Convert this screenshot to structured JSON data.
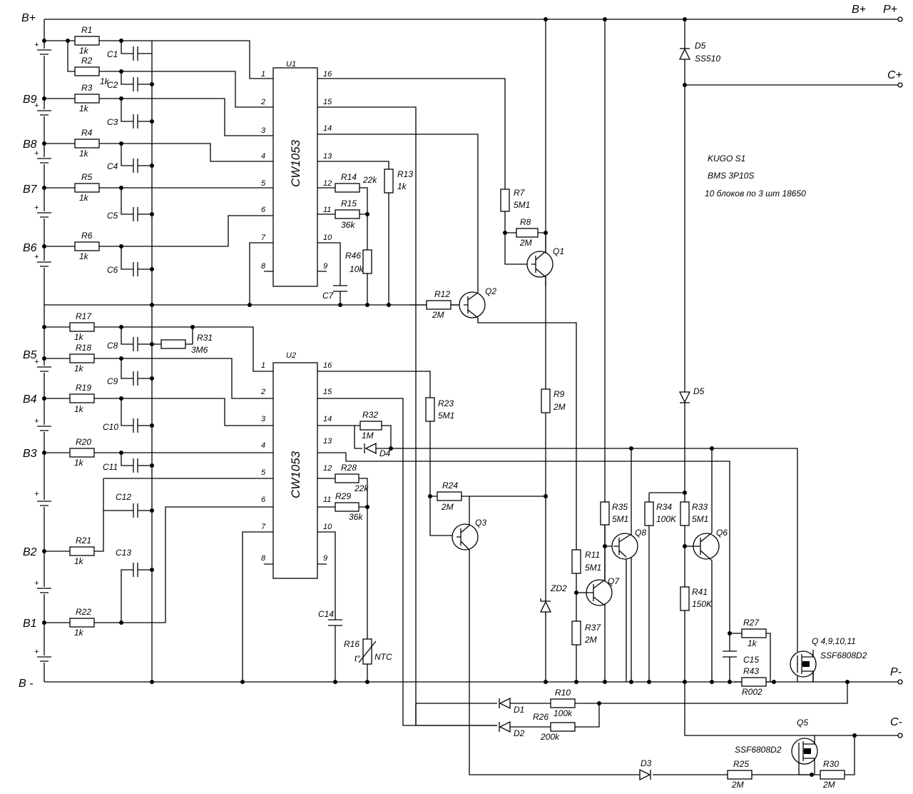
{
  "terminals": {
    "b_plus_left": "B+",
    "b_minus_left": "B -",
    "b_plus_right": "B+",
    "p_plus": "P+",
    "c_plus": "C+",
    "p_minus": "P-",
    "c_minus": "C-",
    "cells": [
      "B9",
      "B8",
      "B7",
      "B6",
      "B5",
      "B4",
      "B3",
      "B2",
      "B1"
    ],
    "plus_sign": "+"
  },
  "notes": {
    "line1": "KUGO S1",
    "line2": "BMS 3P10S",
    "line3": "10 блоков по 3 шт 18650"
  },
  "ics": [
    {
      "ref": "U1",
      "part": "CW1053",
      "pins_left": [
        "1",
        "2",
        "3",
        "4",
        "5",
        "6",
        "7",
        "8"
      ],
      "pins_right": [
        "16",
        "15",
        "14",
        "13",
        "12",
        "11",
        "10",
        "9"
      ]
    },
    {
      "ref": "U2",
      "part": "CW1053",
      "pins_left": [
        "1",
        "2",
        "3",
        "4",
        "5",
        "6",
        "7",
        "8"
      ],
      "pins_right": [
        "16",
        "15",
        "14",
        "13",
        "12",
        "11",
        "10",
        "9"
      ]
    }
  ],
  "resistors": [
    {
      "ref": "R1",
      "value": "1k"
    },
    {
      "ref": "R2",
      "value": "1k"
    },
    {
      "ref": "R3",
      "value": "1k"
    },
    {
      "ref": "R4",
      "value": "1k"
    },
    {
      "ref": "R5",
      "value": "1k"
    },
    {
      "ref": "R6",
      "value": "1k"
    },
    {
      "ref": "R7",
      "value": "5M1"
    },
    {
      "ref": "R8",
      "value": "2M"
    },
    {
      "ref": "R9",
      "value": "2M"
    },
    {
      "ref": "R10",
      "value": "100k"
    },
    {
      "ref": "R11",
      "value": "5M1"
    },
    {
      "ref": "R12",
      "value": "2M"
    },
    {
      "ref": "R13",
      "value": "1k"
    },
    {
      "ref": "R14",
      "value": "22k"
    },
    {
      "ref": "R15",
      "value": "36k"
    },
    {
      "ref": "R16",
      "value": "NTC"
    },
    {
      "ref": "R17",
      "value": "1k"
    },
    {
      "ref": "R18",
      "value": "1k"
    },
    {
      "ref": "R19",
      "value": "1k"
    },
    {
      "ref": "R20",
      "value": "1k"
    },
    {
      "ref": "R21",
      "value": "1k"
    },
    {
      "ref": "R22",
      "value": "1k"
    },
    {
      "ref": "R23",
      "value": "5M1"
    },
    {
      "ref": "R24",
      "value": "2M"
    },
    {
      "ref": "R25",
      "value": "2M"
    },
    {
      "ref": "R26",
      "value": "200k"
    },
    {
      "ref": "R27",
      "value": "1k"
    },
    {
      "ref": "R28",
      "value": "22k"
    },
    {
      "ref": "R29",
      "value": "36k"
    },
    {
      "ref": "R30",
      "value": "2M"
    },
    {
      "ref": "R31",
      "value": "3M6"
    },
    {
      "ref": "R32",
      "value": "1M"
    },
    {
      "ref": "R33",
      "value": "5M1"
    },
    {
      "ref": "R34",
      "value": "100K"
    },
    {
      "ref": "R35",
      "value": "5M1"
    },
    {
      "ref": "R37",
      "value": "2M"
    },
    {
      "ref": "R41",
      "value": "150K"
    },
    {
      "ref": "R43",
      "value": "R002"
    },
    {
      "ref": "R46",
      "value": "10k"
    }
  ],
  "capacitors": [
    "C1",
    "C2",
    "C3",
    "C4",
    "C5",
    "C6",
    "C7",
    "C8",
    "C9",
    "C10",
    "C11",
    "C12",
    "C13",
    "C14",
    "C15"
  ],
  "diodes": [
    {
      "ref": "D1"
    },
    {
      "ref": "D2"
    },
    {
      "ref": "D3"
    },
    {
      "ref": "D4"
    },
    {
      "ref": "D5",
      "value": "SS510"
    },
    {
      "ref": "D5b",
      "label": "D5"
    },
    {
      "ref": "ZD2"
    }
  ],
  "transistors": [
    "Q1",
    "Q2",
    "Q3",
    "Q6",
    "Q7",
    "Q8"
  ],
  "mosfets": [
    {
      "ref": "Q 4,9,10,11",
      "part": "SSF6808D2"
    },
    {
      "ref": "Q5",
      "part": "SSF6808D2"
    }
  ],
  "ntc_symbol": "t°"
}
